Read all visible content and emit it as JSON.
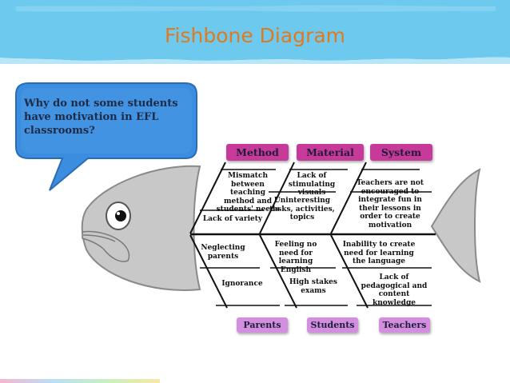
{
  "title": "Fishbone Diagram",
  "question": "Why do not some students have motivation in EFL classrooms?",
  "categories_top": [
    "Method",
    "Material",
    "System"
  ],
  "categories_bottom": [
    "Parents",
    "Students",
    "Teachers"
  ],
  "causes": {
    "method": [
      "Mismatch between teaching method and students' needs",
      "Lack of variety"
    ],
    "material": [
      "Lack of stimulating visuals",
      "Uninteresting tasks, activities, topics"
    ],
    "system": [
      "Teachers are not encouraged to integrate fun in their lessons in order to create motivation"
    ],
    "parents": [
      "Neglecting parents",
      "Ignorance"
    ],
    "students": [
      "Feeling no need for learning English",
      "High stakes exams"
    ],
    "teachers": [
      "Inability to create need for learning the language",
      "Lack of pedagogical and content knowledge"
    ]
  },
  "colors": {
    "banner": "#6ec9ee",
    "title": "#e07a1f",
    "bubble": "#3b8de0",
    "fish": "#c8c8c8",
    "top_category": "#c73a9a",
    "bottom_category": "#d48ee0"
  }
}
